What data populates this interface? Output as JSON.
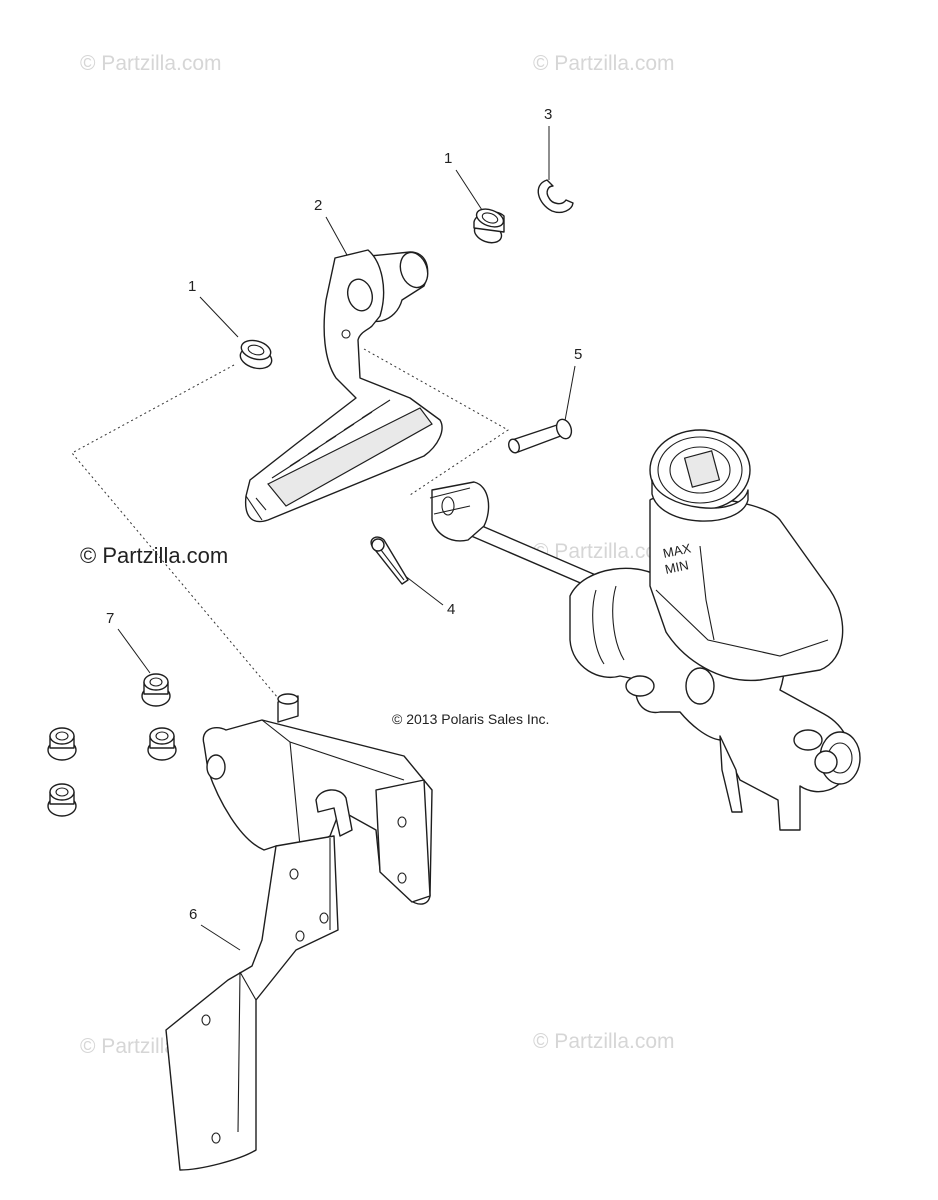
{
  "watermarks": {
    "top_left": "© Partzilla.com",
    "top_right": "© Partzilla.com",
    "center": "© Partzilla.com",
    "mid_right": "© Partzilla.com",
    "bottom_left": "© Partzilla.com",
    "bottom_right": "© Partzilla.com"
  },
  "copyright": "© 2013 Polaris Sales Inc.",
  "callouts": {
    "bushing_upper": "1",
    "bushing_left": "1",
    "pedal": "2",
    "e_clip": "3",
    "cotter_pin": "4",
    "clevis_pin": "5",
    "bracket": "6",
    "flange_nut": "7"
  },
  "reservoir": {
    "max_label": "MAX",
    "min_label": "MIN"
  }
}
